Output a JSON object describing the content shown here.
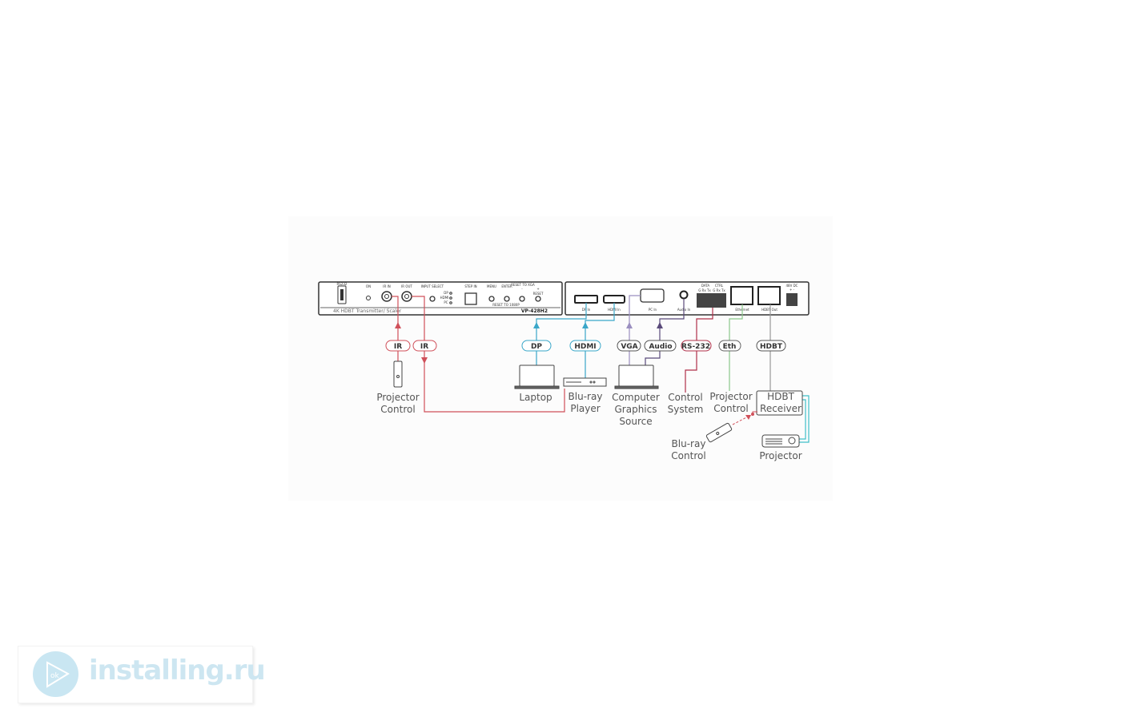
{
  "device": {
    "front": {
      "model": "VP-428H2",
      "subtitle": "4K HDBT Transmitter/ Scaler",
      "labels": [
        "RS232",
        "ON",
        "IR IN",
        "IR OUT",
        "INPUT SELECT",
        "DP",
        "HDMI",
        "PC",
        "STEP IN",
        "MENU",
        "ENTER",
        "RESET TO XGA",
        "RESET TO 1080P",
        "RESET",
        "-",
        "+"
      ]
    },
    "rear": {
      "labels": [
        "DP In",
        "HDMI In",
        "PC In",
        "Audio In",
        "DATA",
        "CTRL",
        "G Rx Tx",
        "G Rx Tx",
        "Ethernet",
        "HDBT Out",
        "48V DC",
        "+ -"
      ]
    }
  },
  "badges": {
    "ir_in": "IR",
    "ir_out": "IR",
    "dp": "DP",
    "hdmi": "HDMI",
    "vga": "VGA",
    "audio": "Audio",
    "rs232": "RS-232",
    "eth": "Eth",
    "hdbt": "HDBT"
  },
  "devices": {
    "projector_control": [
      "Projector",
      "Control"
    ],
    "laptop": [
      "Laptop"
    ],
    "bluray_player": [
      "Blu-ray",
      "Player"
    ],
    "computer": [
      "Computer",
      "Graphics",
      "Source"
    ],
    "control_system": [
      "Control",
      "System"
    ],
    "projector_control_eth": [
      "Projector",
      "Control"
    ],
    "hdbt_receiver": [
      "HDBT",
      "Receiver"
    ],
    "bluray_control": [
      "Blu-ray",
      "Control"
    ],
    "projector": [
      "Projector"
    ]
  },
  "colors": {
    "ir": "#d0505a",
    "video": "#3aa7c9",
    "vga": "#9b8fc0",
    "audio": "#5a4a7a",
    "rs232": "#b0304a",
    "eth": "#8cc88c",
    "hdbt": "#999999",
    "out": "#3fbfc9"
  },
  "watermark": {
    "text": "installing.ru"
  }
}
